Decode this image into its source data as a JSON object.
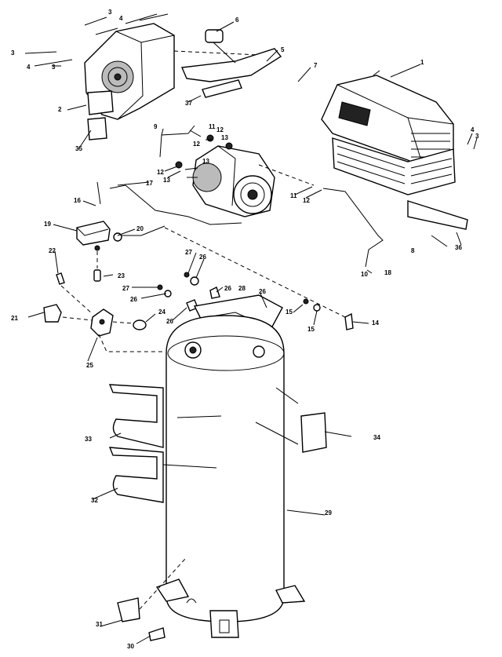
{
  "callouts": [
    "1",
    "2",
    "3",
    "3",
    "3",
    "3",
    "4",
    "4",
    "4",
    "5",
    "6",
    "7",
    "8",
    "9",
    "10",
    "11",
    "11",
    "12",
    "12",
    "12",
    "12",
    "13",
    "13",
    "13",
    "14",
    "15",
    "15",
    "16",
    "17",
    "18",
    "19",
    "20",
    "21",
    "22",
    "23",
    "24",
    "25",
    "26",
    "26",
    "26",
    "26",
    "26",
    "27",
    "27",
    "28",
    "29",
    "30",
    "31",
    "32",
    "33",
    "34",
    "35",
    "36",
    "37"
  ]
}
